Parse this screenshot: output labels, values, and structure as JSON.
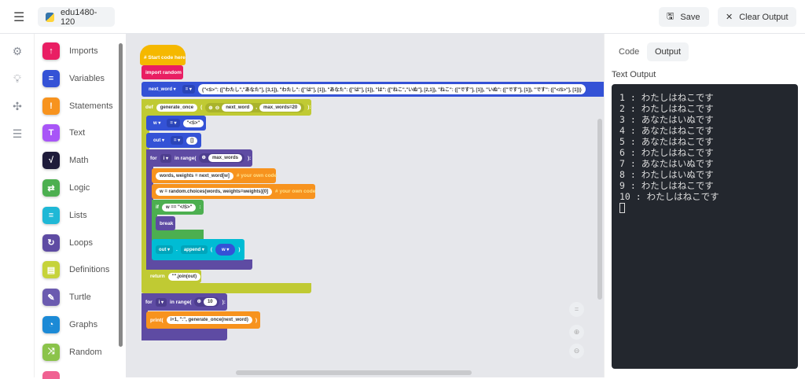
{
  "header": {
    "project_name": "edu1480-120",
    "save_label": "Save",
    "clear_label": "Clear Output"
  },
  "rail": [
    "settings-icon",
    "lightbulb-icon",
    "puzzle-icon",
    "checklist-icon"
  ],
  "categories": [
    {
      "label": "Imports",
      "color": "#e91e63",
      "glyph": "↑"
    },
    {
      "label": "Variables",
      "color": "#3452d6",
      "glyph": "="
    },
    {
      "label": "Statements",
      "color": "#f7931e",
      "glyph": "!"
    },
    {
      "label": "Text",
      "color": "#a855f7",
      "glyph": "T"
    },
    {
      "label": "Math",
      "color": "#1e1b3a",
      "glyph": "√"
    },
    {
      "label": "Logic",
      "color": "#4caf50",
      "glyph": "⇄"
    },
    {
      "label": "Lists",
      "color": "#1fb8d6",
      "glyph": "≡"
    },
    {
      "label": "Loops",
      "color": "#5e4ba3",
      "glyph": "↻"
    },
    {
      "label": "Definitions",
      "color": "#c6d33a",
      "glyph": "▤"
    },
    {
      "label": "Turtle",
      "color": "#6b5bb0",
      "glyph": "✎"
    },
    {
      "label": "Graphs",
      "color": "#1c8ad6",
      "glyph": "◔"
    },
    {
      "label": "Random",
      "color": "#8bc34a",
      "glyph": "⤨"
    }
  ],
  "blocks": {
    "start": "# Start code here",
    "import": "import random",
    "nw_var": "next_word ▾",
    "eq": "= ▾",
    "nw_value": "{\"<S>\": ([\"わたし\",\"あなた\"], [3,1]), \"わたし\": ([\"は\"], [1]), \"あなた\": ([\"は\"], [1]), \"は\": ([\"ねこ\",\"いぬ\"], [2,1]), \"ねこ\": ([\"です\"], [1]), \"いぬ\": ([\"です\"], [1]), \"です\": ([\"</S>\"], [1])}",
    "def": "def",
    "fn": "generate_once",
    "lp": "(",
    "p1": "next_word",
    "comma": ",",
    "p2": "max_words=20",
    "rp": "):",
    "w_var": "w ▾",
    "w_val": "\"<S>\"",
    "out_var": "out ▾",
    "out_val": "[]",
    "for": "for",
    "i": "i ▾",
    "range": "in range(",
    "maxw": "max_words",
    "close": "):",
    "l1": "words, weights = next_word[w]",
    "c1": "# your own code",
    "l2": "w = random.choices(words, weights=weights)[0]",
    "c2": "# your own code",
    "if": "if",
    "cond": "w == \"</S>\"",
    "colon": ":",
    "break": "break",
    "out2": "out ▾",
    "dot": ".",
    "append": "append ▾",
    "ap_l": "(",
    "w2": "w ▾",
    "ap_r": ")",
    "return": "return",
    "ret_val": "\"\".join(out)",
    "for2": "for",
    "i2": "i ▾",
    "range2": "in range(",
    "ten": "10",
    "close2": "):",
    "print": "print(",
    "print_arg": "i+1, \":\", generate_once(next_word)",
    "print_r": ")"
  },
  "right": {
    "tabs": [
      "Code",
      "Output"
    ],
    "active_tab": "Output",
    "section": "Text Output",
    "output": [
      "1 : わたしはねこです",
      "2 : わたしはねこです",
      "3 : あなたはいぬです",
      "4 : あなたはねこです",
      "5 : あなたはねこです",
      "6 : わたしはねこです",
      "7 : あなたはいぬです",
      "8 : わたしはいぬです",
      "9 : わたしはねこです",
      "10 : わたしはねこです"
    ]
  }
}
